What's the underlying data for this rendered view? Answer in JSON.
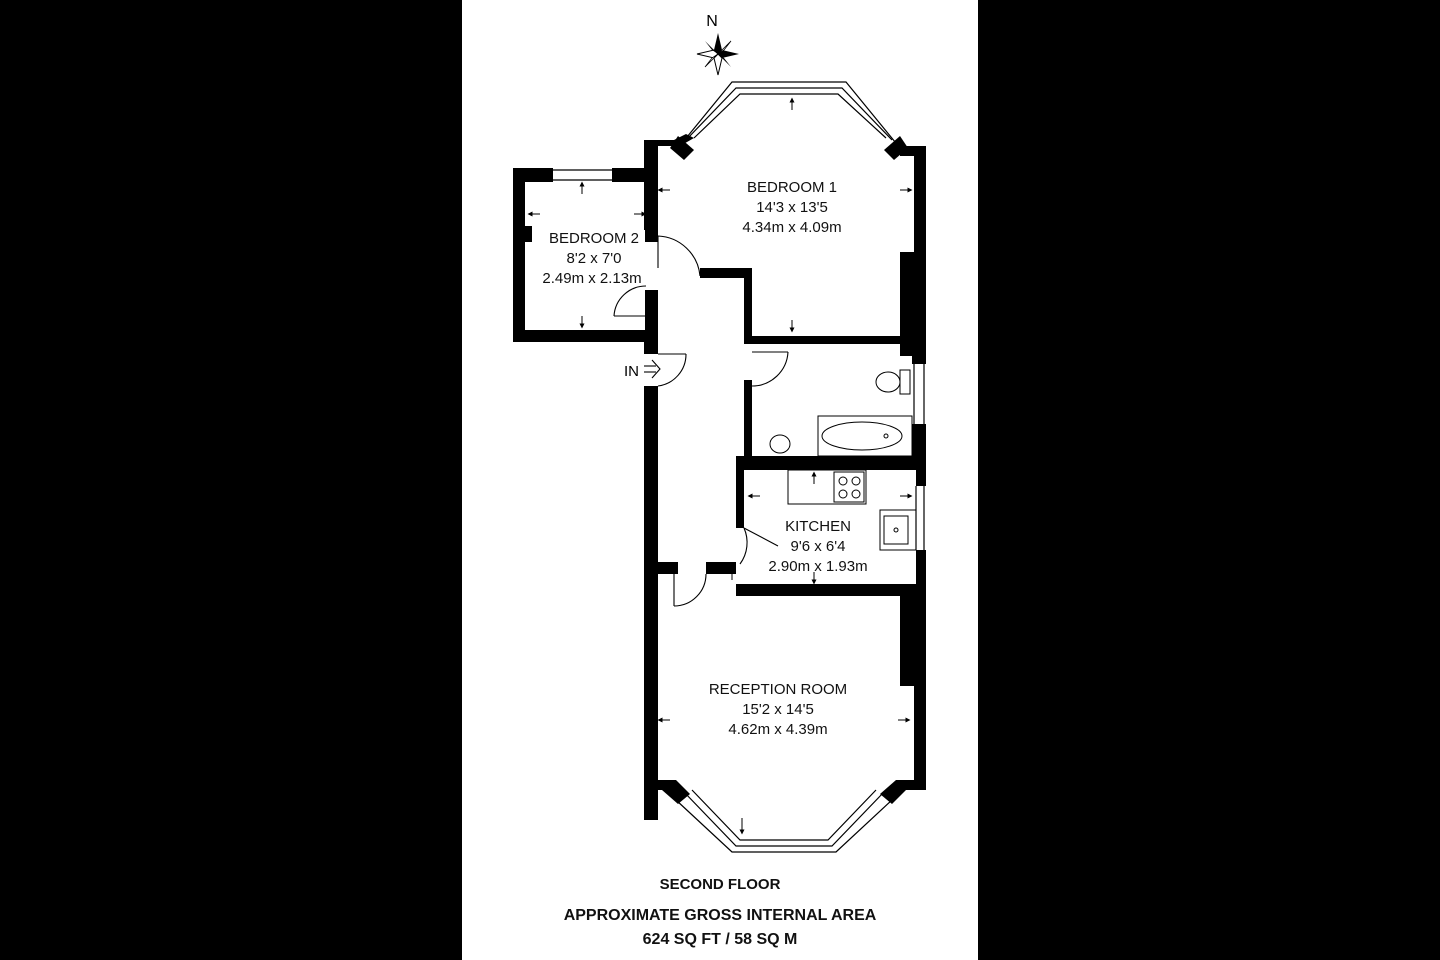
{
  "compass": {
    "label": "N",
    "icon": "compass-rose-icon"
  },
  "rooms": {
    "bedroom1": {
      "name": "BEDROOM 1",
      "imperial": "14'3 x 13'5",
      "metric": "4.34m x 4.09m"
    },
    "bedroom2": {
      "name": "BEDROOM 2",
      "imperial": "8'2 x 7'0",
      "metric": "2.49m x 2.13m"
    },
    "kitchen": {
      "name": "KITCHEN",
      "imperial": "9'6 x 6'4",
      "metric": "2.90m x 1.93m"
    },
    "reception": {
      "name": "RECEPTION ROOM",
      "imperial": "15'2 x 14'5",
      "metric": "4.62m x 4.39m"
    }
  },
  "entrance": {
    "label": "IN"
  },
  "caption": {
    "floor": "SECOND FLOOR",
    "area_title": "APPROXIMATE GROSS INTERNAL AREA",
    "area_value": "624 SQ FT / 58 SQ M"
  },
  "colors": {
    "background": "#000000",
    "sheet": "#ffffff",
    "wall": "#000000",
    "fixture": "#444444"
  }
}
